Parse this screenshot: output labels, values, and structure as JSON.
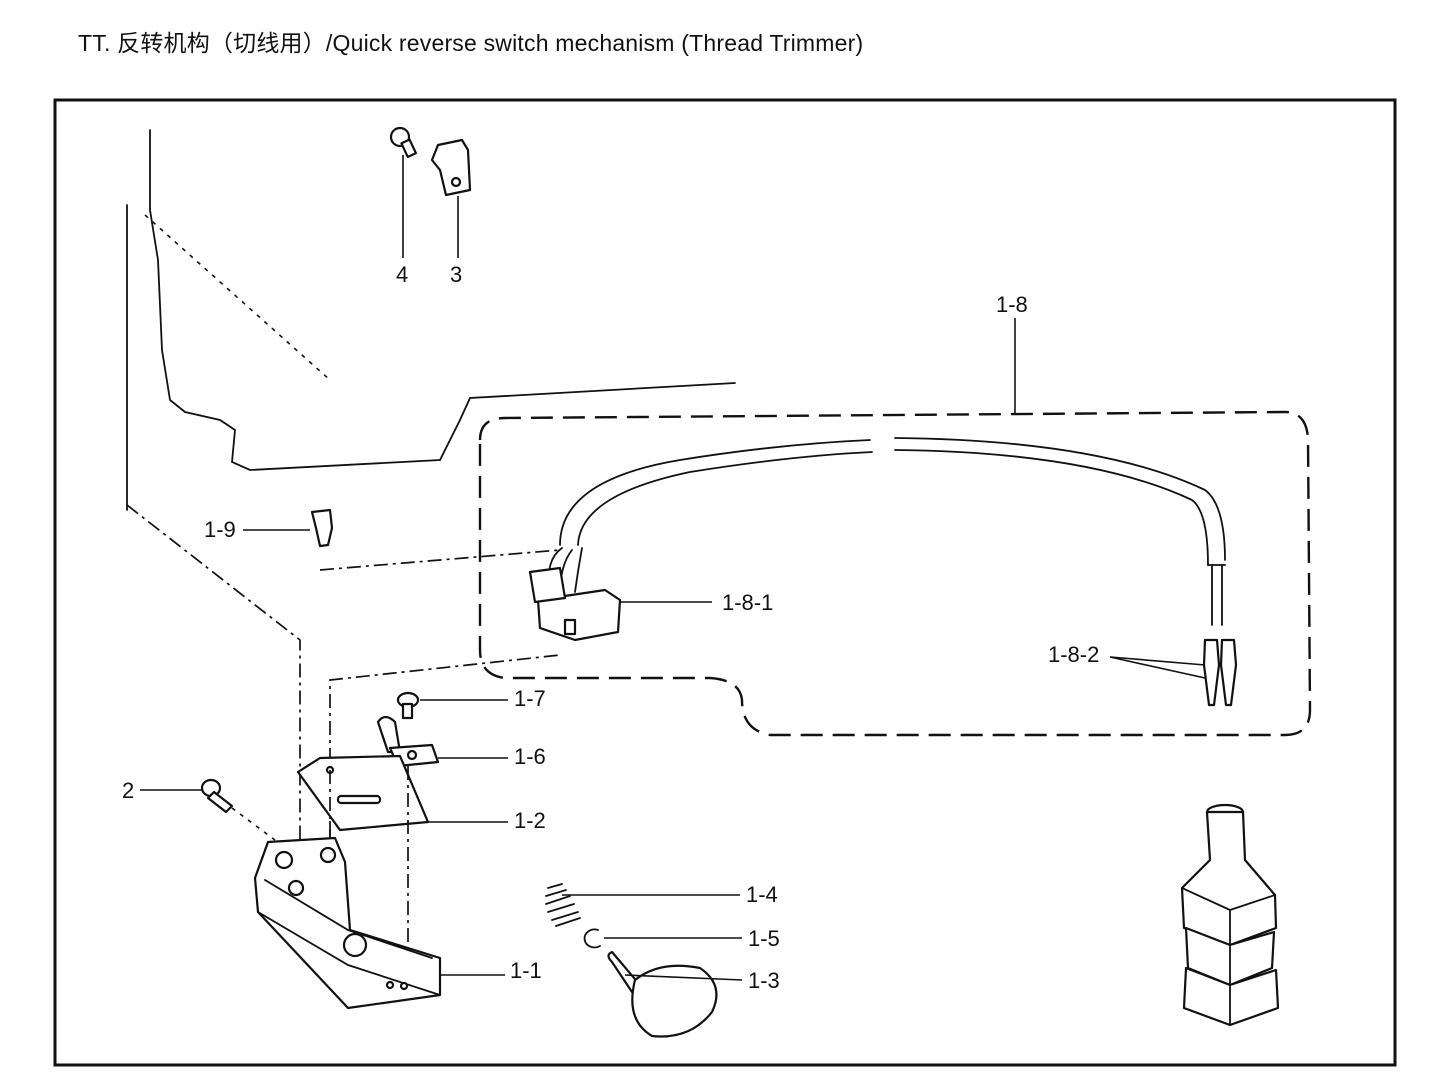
{
  "title": "TT. 反转机构（切线用）/Quick reverse switch mechanism (Thread Trimmer)",
  "labels": {
    "p4": "4",
    "p3": "3",
    "p1_8": "1-8",
    "p1_9": "1-9",
    "p1_8_1": "1-8-1",
    "p1_8_2": "1-8-2",
    "p1_7": "1-7",
    "p1_6": "1-6",
    "p2": "2",
    "p1_2": "1-2",
    "p1_4": "1-4",
    "p1_5": "1-5",
    "p1_3": "1-3",
    "p1_1": "1-1"
  }
}
